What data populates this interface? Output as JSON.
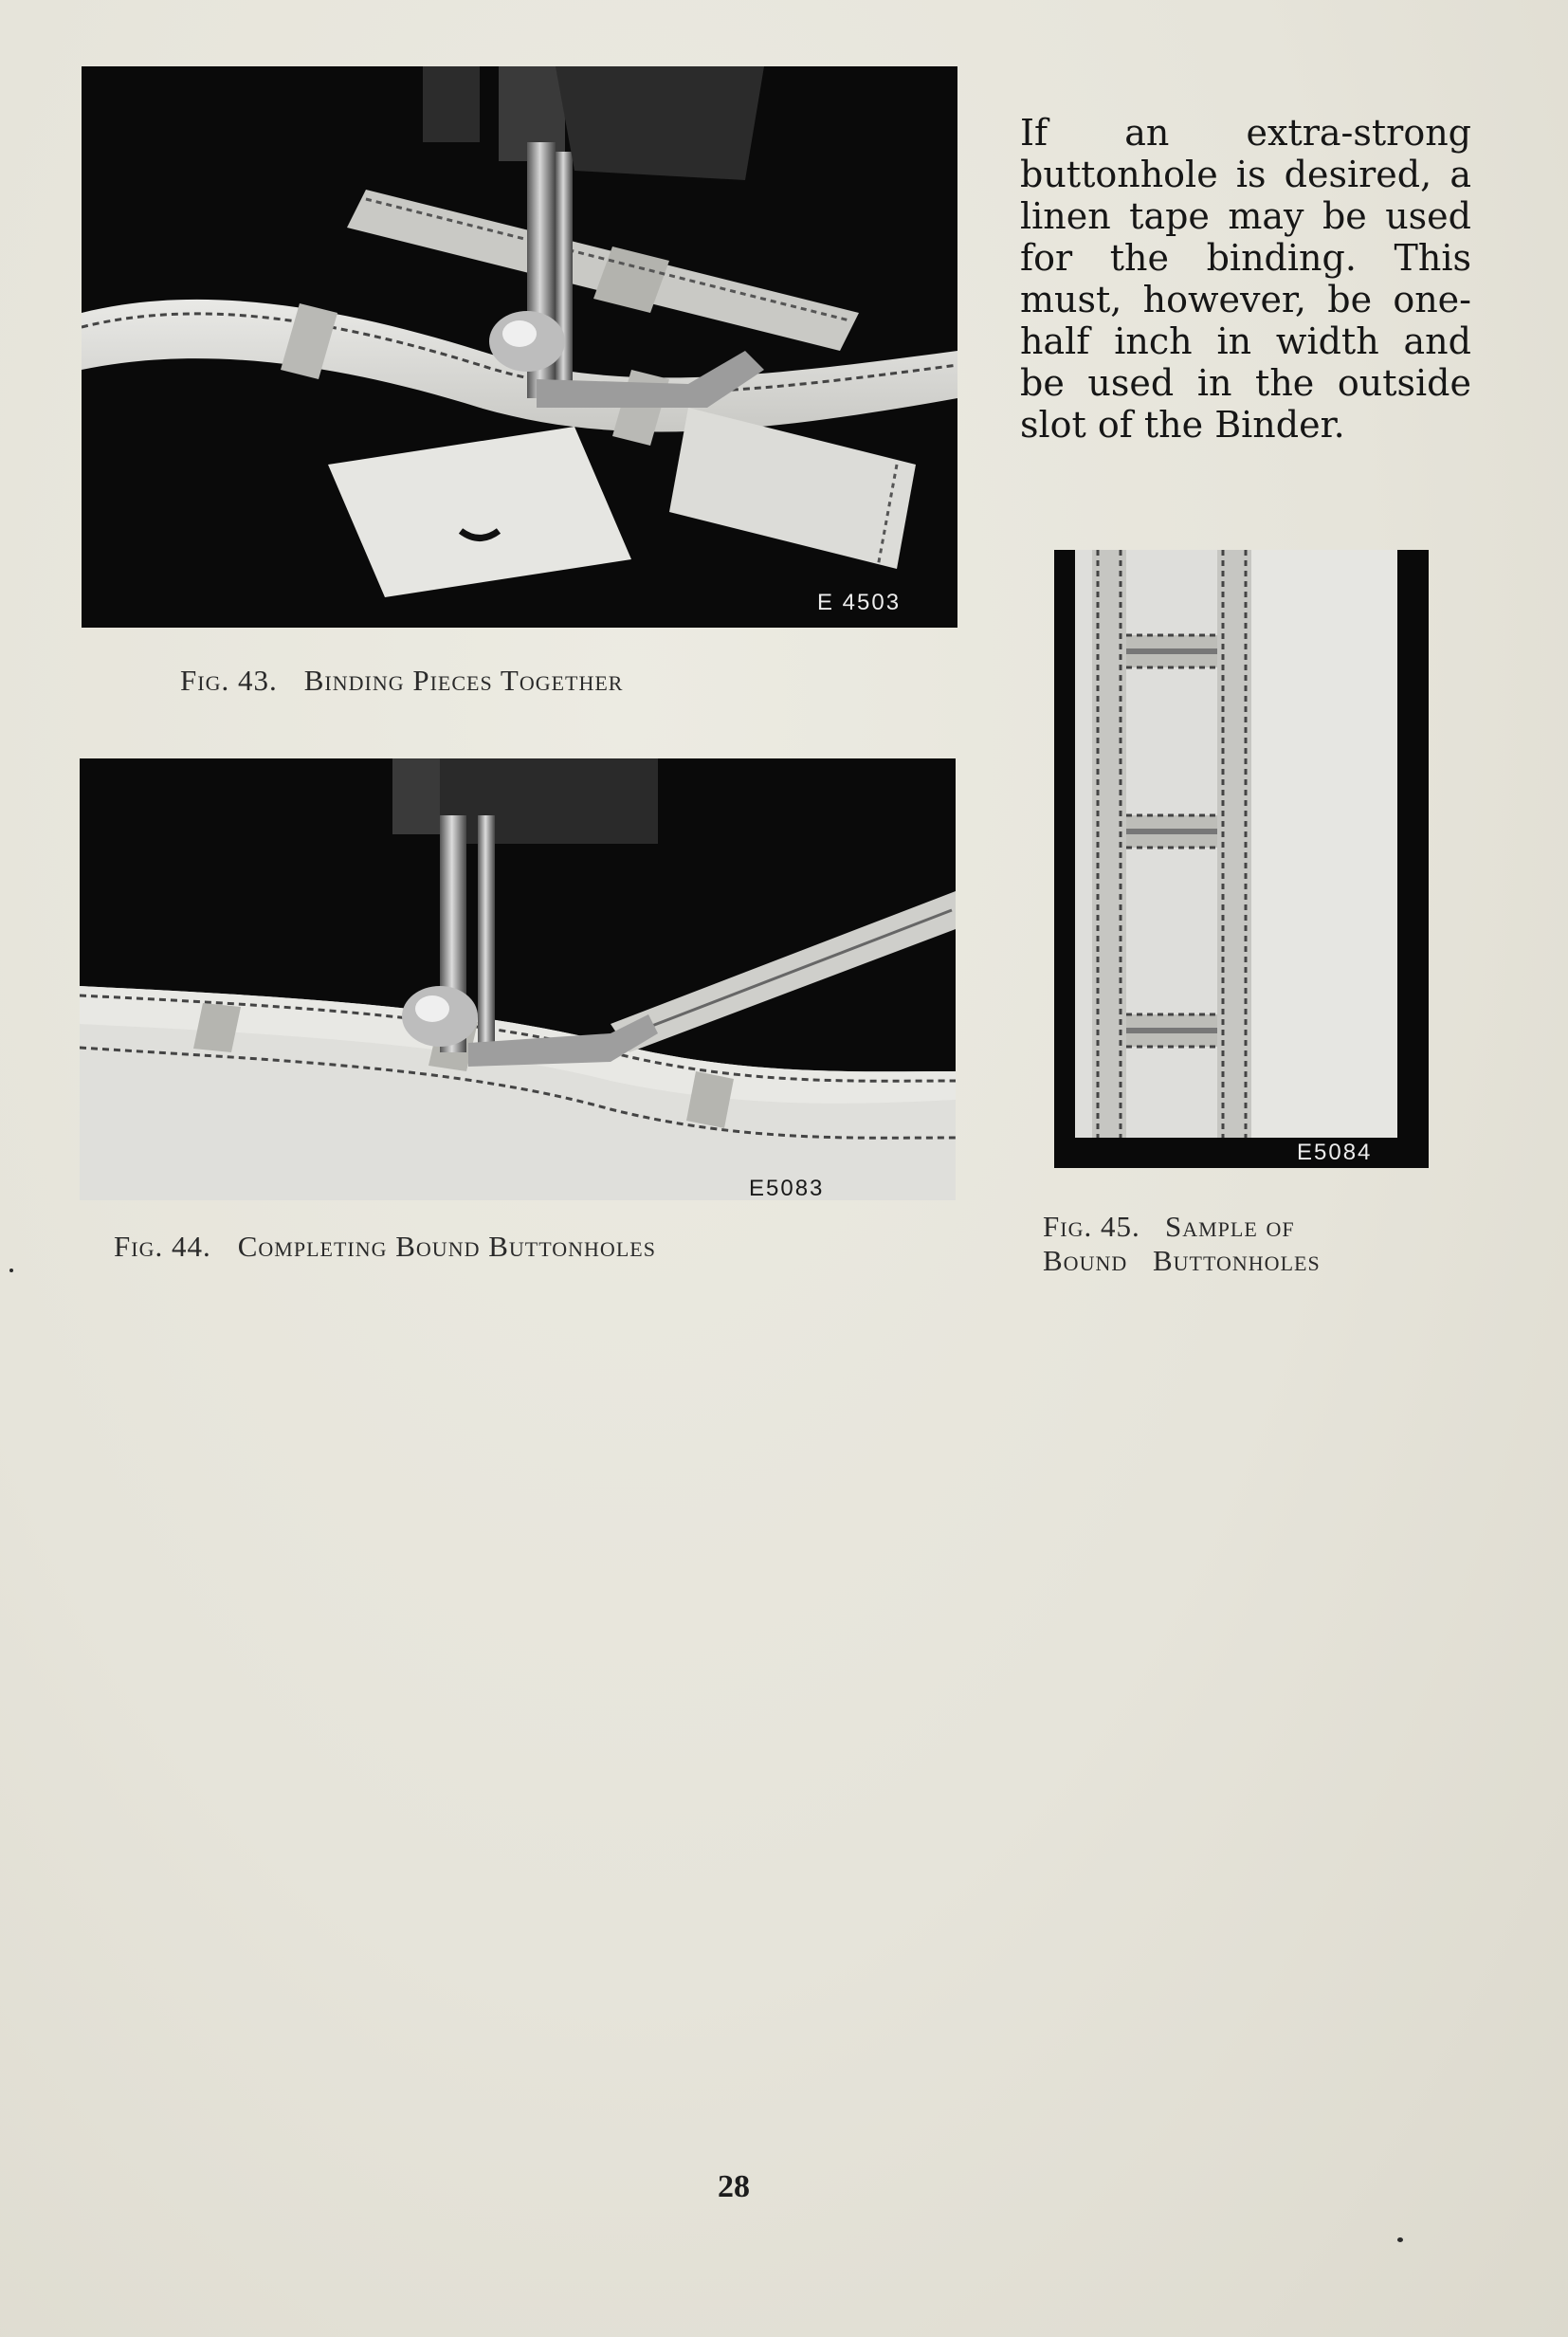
{
  "body_text": "If an extra-strong buttonhole is desired, a linen tape may be used for the binding. This must, however, be one-half inch in width and be used in the outside slot of the Binder.",
  "figures": [
    {
      "plate_code": "E 4503",
      "caption_number": "Fig. 43.",
      "caption_title": "Binding Pieces Together"
    },
    {
      "plate_code": "E5083",
      "caption_number": "Fig. 44.",
      "caption_title": "Completing Bound Buttonholes"
    },
    {
      "plate_code": "E5084",
      "caption_line1": "Fig. 45.   Sample of",
      "caption_line2": "Bound Buttonholes"
    }
  ],
  "page_number": "28"
}
